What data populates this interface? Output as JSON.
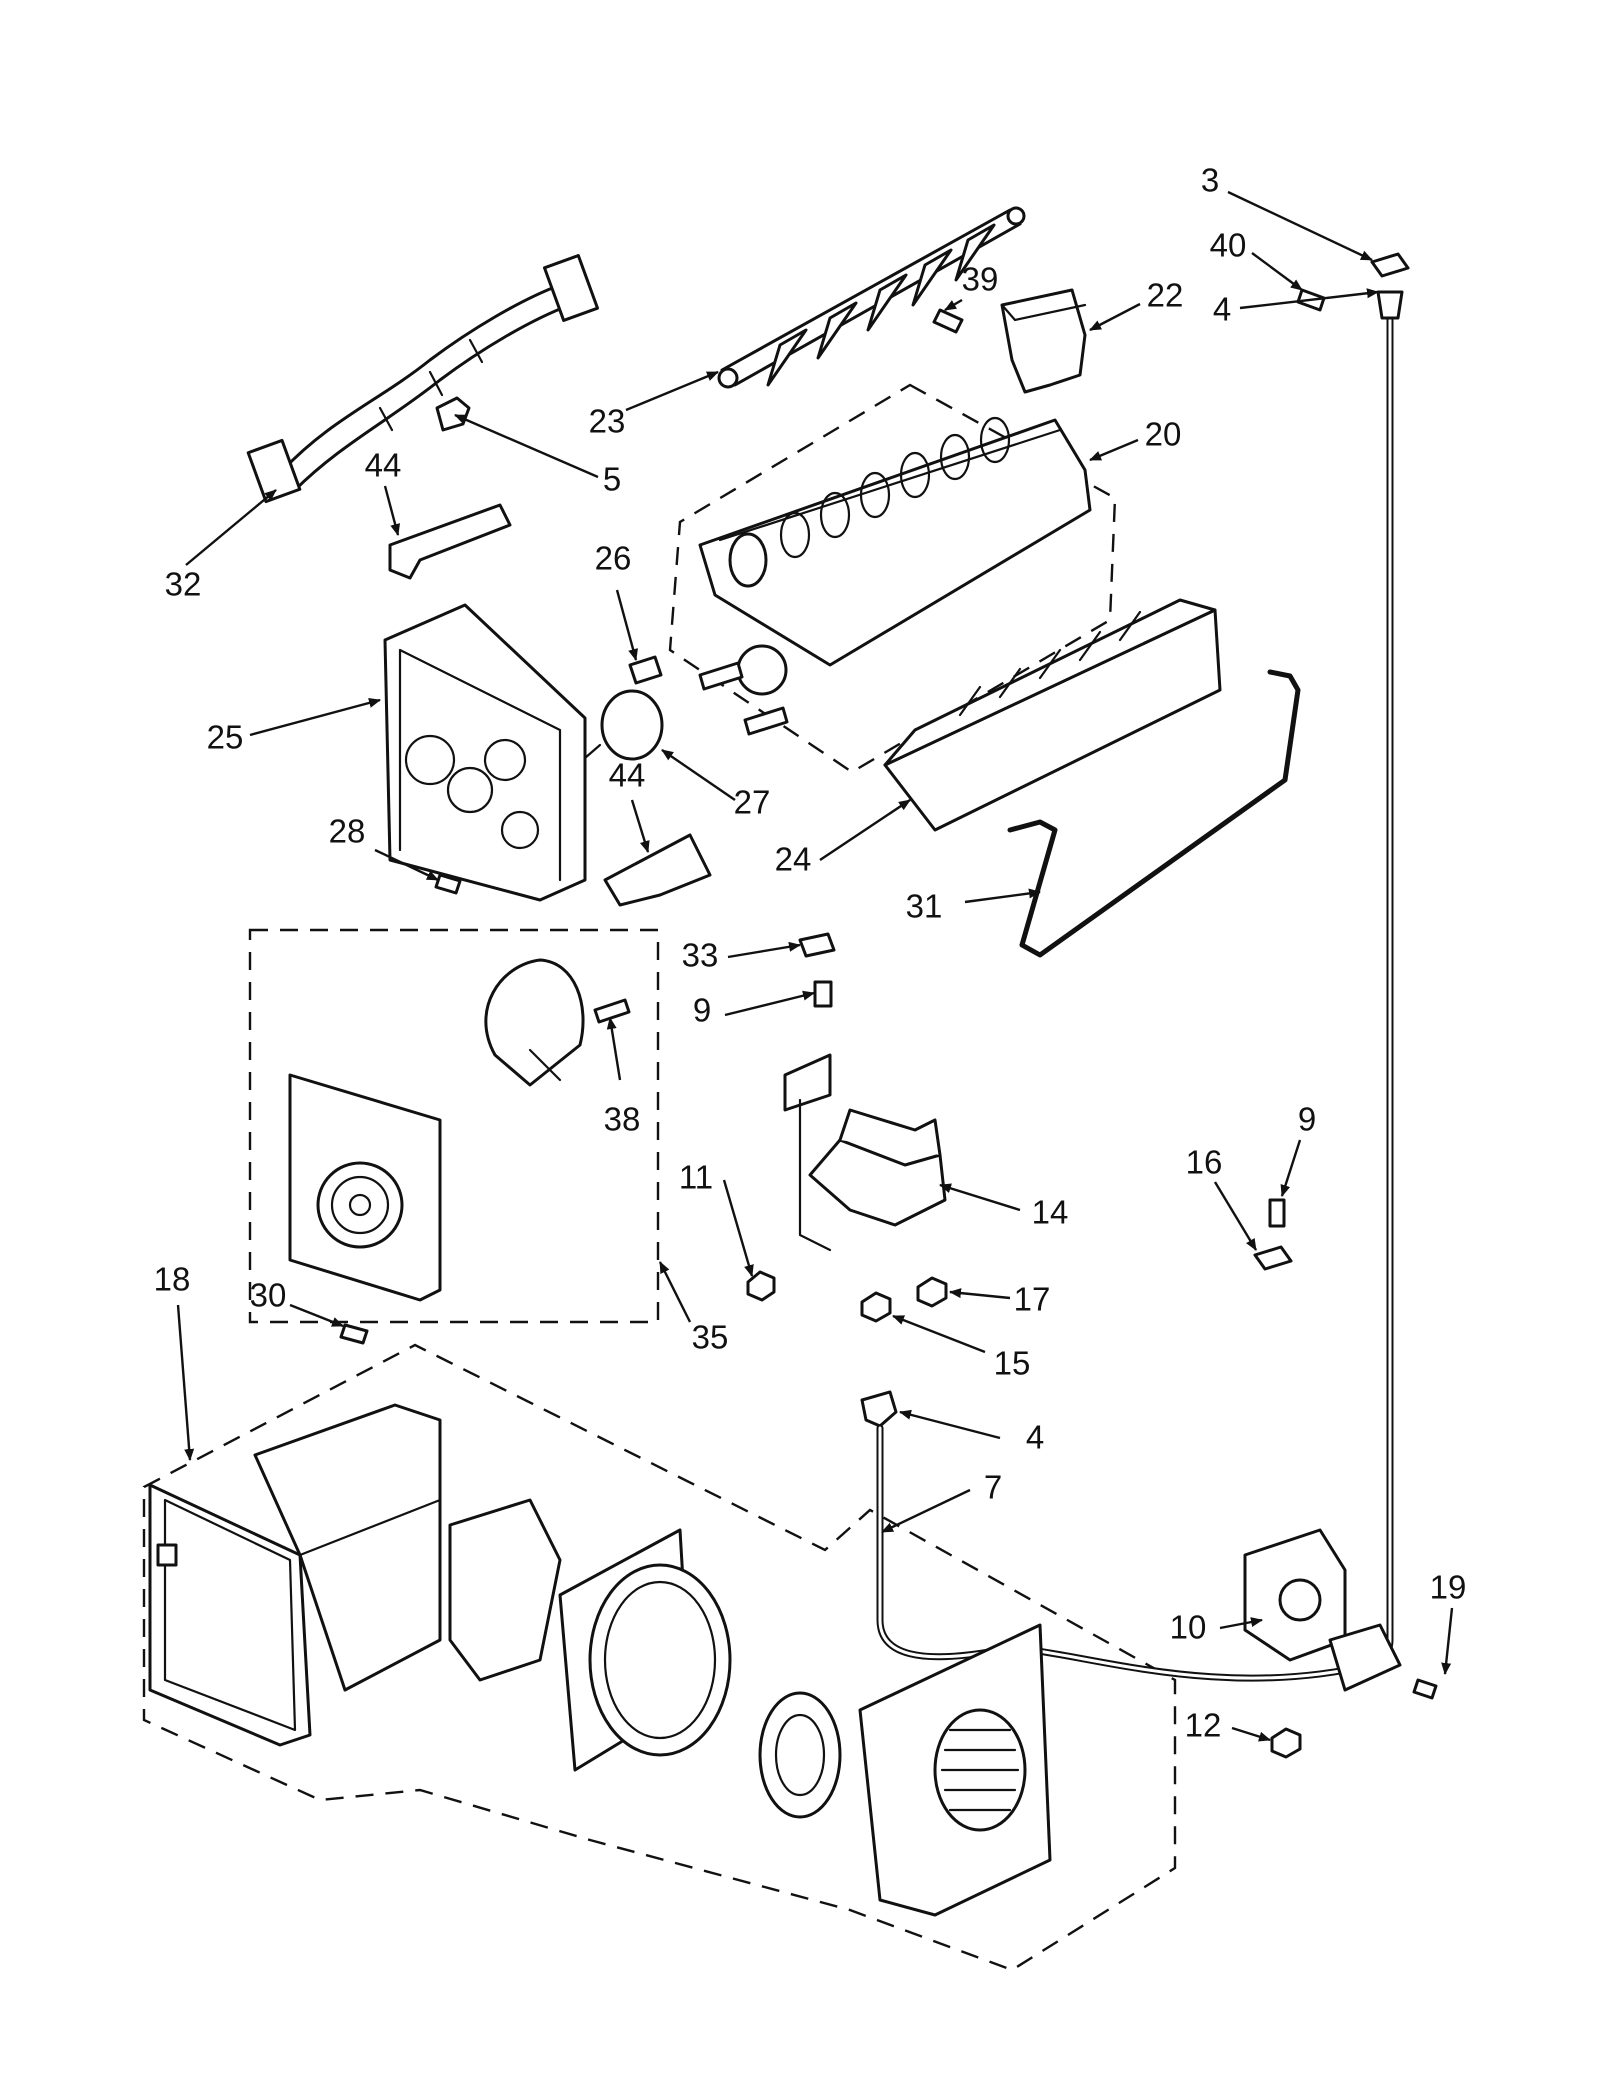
{
  "diagram": {
    "callouts": {
      "c3": "3",
      "c40": "40",
      "c4a": "4",
      "c39": "39",
      "c22": "22",
      "c23": "23",
      "c20": "20",
      "c5": "5",
      "c44a": "44",
      "c32": "32",
      "c26": "26",
      "c25": "25",
      "c27": "27",
      "c44b": "44",
      "c28": "28",
      "c24": "24",
      "c31": "31",
      "c33": "33",
      "c9a": "9",
      "c38": "38",
      "c9b": "9",
      "c16": "16",
      "c11": "11",
      "c14": "14",
      "c18": "18",
      "c30": "30",
      "c17": "17",
      "c35": "35",
      "c15": "15",
      "c4b": "4",
      "c7": "7",
      "c19": "19",
      "c10": "10",
      "c12": "12"
    }
  }
}
